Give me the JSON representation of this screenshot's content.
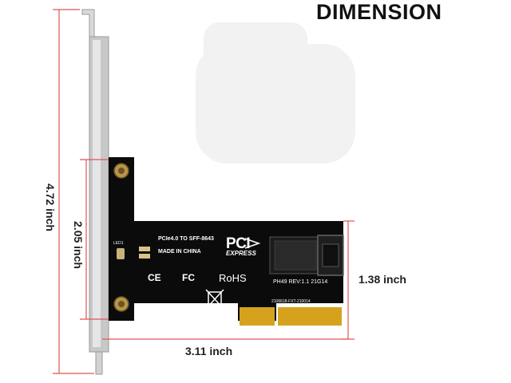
{
  "title": "DIMENSION",
  "dimensions": {
    "total_height": "4.72 inch",
    "bracket_height": "2.05 inch",
    "card_length": "3.11 inch",
    "card_height": "1.38 inch"
  },
  "board": {
    "product_label": "PCIe4.0 TO SFF-8643",
    "origin_label": "MADE IN CHINA",
    "pci_logo_top": "PCI",
    "pci_logo_bottom": "EXPRESS",
    "rohs_label": "RoHS",
    "ce_mark": "CE",
    "fcc_mark": "FC",
    "revision_label": "PH49  REV:1.1  21G14",
    "led_label": "LED1",
    "serial_label": "2106618-FXT-210014"
  },
  "colors": {
    "pcb": "#0b0b0b",
    "gold_contacts": "#d6a21e",
    "dimension_line": "#e05555",
    "bracket": "#c8c8c8"
  }
}
